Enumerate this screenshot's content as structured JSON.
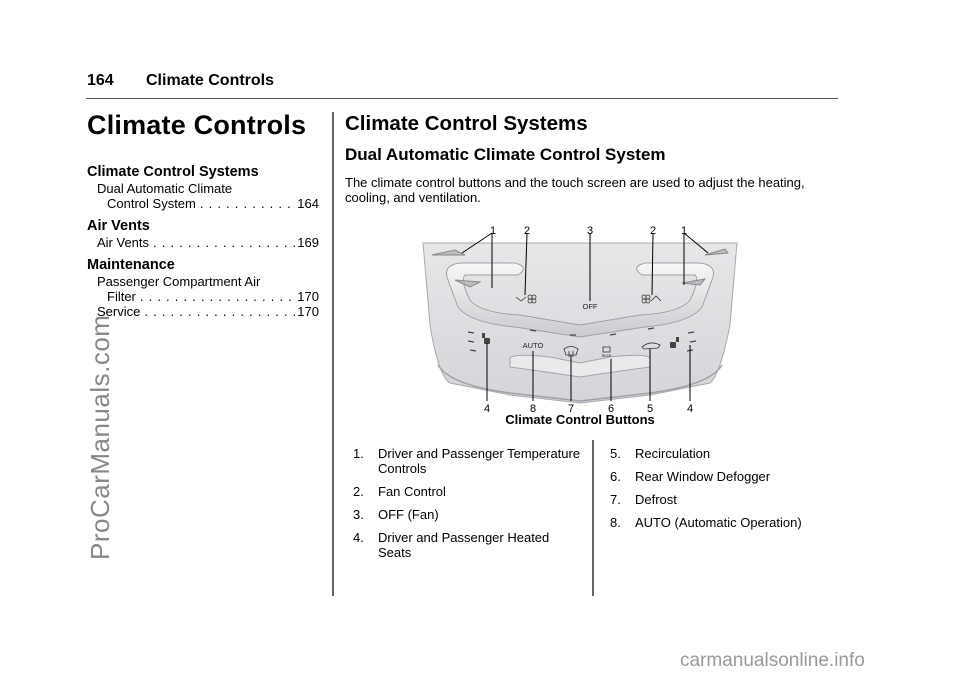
{
  "header": {
    "page_number": "164",
    "section_title": "Climate Controls"
  },
  "chapter_title": "Climate Controls",
  "toc": [
    {
      "section": "Climate Control Systems",
      "items": [
        {
          "lines": [
            "Dual Automatic Climate",
            "Control System"
          ],
          "page": "164"
        }
      ]
    },
    {
      "section": "Air Vents",
      "items": [
        {
          "lines": [
            "Air Vents"
          ],
          "page": "169"
        }
      ]
    },
    {
      "section": "Maintenance",
      "items": [
        {
          "lines": [
            "Passenger Compartment Air",
            "Filter"
          ],
          "page": "170"
        },
        {
          "lines": [
            "Service"
          ],
          "page": "170"
        }
      ]
    }
  ],
  "main": {
    "heading": "Climate Control Systems",
    "subheading": "Dual Automatic Climate Control System",
    "intro": "The climate control buttons and the touch screen are used to adjust the heating, cooling, and ventilation.",
    "figure": {
      "caption": "Climate Control Buttons",
      "top_callouts": [
        "1",
        "2",
        "3",
        "2",
        "1"
      ],
      "bottom_callouts": [
        "4",
        "8",
        "7",
        "6",
        "5",
        "4"
      ],
      "panel_labels": {
        "off": "OFF",
        "auto": "AUTO",
        "rear": "REAR"
      }
    },
    "legend_left": [
      {
        "num": "1.",
        "text": "Driver and Passenger Temperature Controls"
      },
      {
        "num": "2.",
        "text": "Fan Control"
      },
      {
        "num": "3.",
        "text": "OFF (Fan)"
      },
      {
        "num": "4.",
        "text": "Driver and Passenger Heated Seats"
      }
    ],
    "legend_right": [
      {
        "num": "5.",
        "text": "Recirculation"
      },
      {
        "num": "6.",
        "text": "Rear Window Defogger"
      },
      {
        "num": "7.",
        "text": "Defrost"
      },
      {
        "num": "8.",
        "text": "AUTO (Automatic Operation)"
      }
    ]
  },
  "watermarks": {
    "side": "ProCarManuals.com",
    "bottom": "carmanualsonline.info"
  }
}
